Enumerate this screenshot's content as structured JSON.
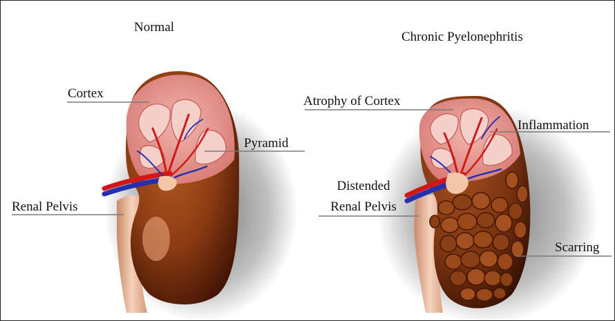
{
  "panels": {
    "normal": {
      "title": "Normal",
      "labels": {
        "cortex": "Cortex",
        "pyramid": "Pyramid",
        "renal_pelvis": "Renal Pelvis"
      }
    },
    "diseased": {
      "title": "Chronic Pyelonephritis",
      "labels": {
        "atrophy": "Atrophy of Cortex",
        "inflammation": "Inflammation",
        "pelvis_line1": "Distended",
        "pelvis_line2": "Renal Pelvis",
        "scarring": "Scarring"
      }
    }
  },
  "colors": {
    "kidney_brown": "#8a3b12",
    "kidney_dark": "#4a1606",
    "cortex_pink": "#e49a94",
    "pyramid_pink": "#f3c6c0",
    "artery_red": "#d01818",
    "vein_blue": "#2430b0",
    "ureter": "#e8b89a",
    "leader_line": "#777777"
  }
}
